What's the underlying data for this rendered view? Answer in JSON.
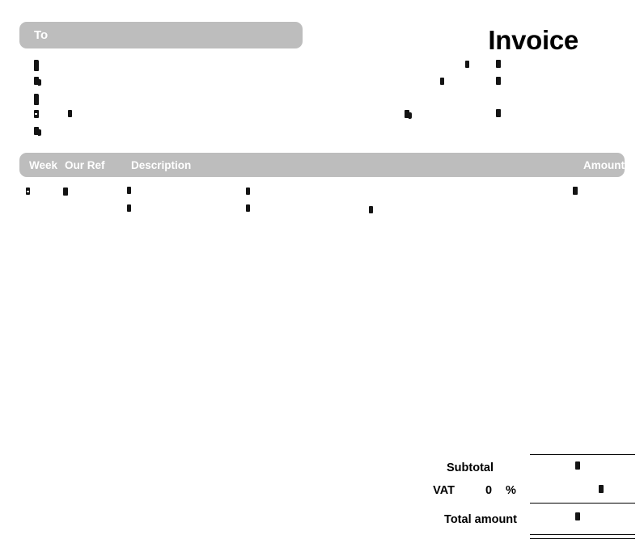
{
  "document": {
    "title": "Invoice",
    "type": "invoice-template",
    "redaction_note": "Variable data fields are obscured in the source image; only partial ink fragments are visible."
  },
  "recipient": {
    "band_label": "To",
    "address_lines": [
      {
        "text": "",
        "redacted": true
      },
      {
        "text": "",
        "redacted": true
      },
      {
        "text": "",
        "redacted": true
      },
      {
        "text": "",
        "redacted": true
      },
      {
        "text": "",
        "redacted": true
      }
    ],
    "address_line_4_secondary": {
      "text": "",
      "redacted": true
    }
  },
  "meta": {
    "rows": [
      {
        "label": "",
        "value": "",
        "redacted": true
      },
      {
        "label": "",
        "value": "",
        "redacted": true
      },
      {
        "label": "",
        "value": "",
        "redacted": true
      }
    ]
  },
  "table": {
    "columns": {
      "week": "Week",
      "our_ref": "Our Ref",
      "description": "Description",
      "amount": "Amount"
    },
    "rows": [
      {
        "week": "",
        "our_ref": "",
        "description_parts": [
          "",
          ""
        ],
        "amount": "",
        "redacted": true
      },
      {
        "week": "",
        "our_ref": "",
        "description_parts": [
          "",
          "",
          ""
        ],
        "amount": "",
        "redacted": true
      }
    ]
  },
  "totals": {
    "subtotal_label": "Subtotal",
    "subtotal_value": "",
    "vat_label": "VAT",
    "vat_rate": "0",
    "vat_percent_symbol": "%",
    "vat_value": "",
    "total_label": "Total amount",
    "total_value": ""
  },
  "colors": {
    "band_gray": "#bdbdbd",
    "band_text": "#ffffff",
    "ink": "#000000",
    "page": "#ffffff"
  }
}
